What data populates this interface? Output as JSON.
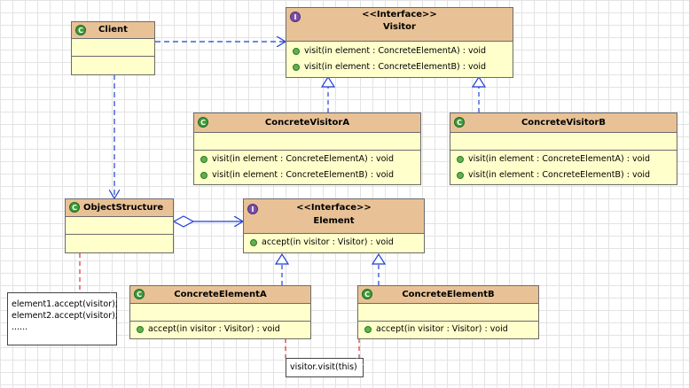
{
  "classes": {
    "client": {
      "name": "Client"
    },
    "visitor": {
      "stereotype": "<<Interface>>",
      "name": "Visitor",
      "ops": [
        "visit(in element : ConcreteElementA) : void",
        "visit(in element : ConcreteElementB) : void"
      ]
    },
    "visitor_a": {
      "name": "ConcreteVisitorA",
      "ops": [
        "visit(in element : ConcreteElementA) : void",
        "visit(in element : ConcreteElementB) : void"
      ]
    },
    "visitor_b": {
      "name": "ConcreteVisitorB",
      "ops": [
        "visit(in element : ConcreteElementA) : void",
        "visit(in element : ConcreteElementB) : void"
      ]
    },
    "object_structure": {
      "name": "ObjectStructure"
    },
    "element": {
      "stereotype": "<<Interface>>",
      "name": "Element",
      "ops": [
        "accept(in visitor : Visitor) : void"
      ]
    },
    "element_a": {
      "name": "ConcreteElementA",
      "ops": [
        "accept(in visitor : Visitor) : void"
      ]
    },
    "element_b": {
      "name": "ConcreteElementB",
      "ops": [
        "accept(in visitor : Visitor) : void"
      ]
    }
  },
  "notes": {
    "object_structure_note": [
      "element1.accept(visitor);",
      "element2.accept(visitor);",
      "......"
    ],
    "element_note": "visitor.visit(this)"
  },
  "icons": {
    "class_icon": "C",
    "interface_icon": "I"
  },
  "colors": {
    "class_fill": "#ffffcc",
    "header_fill": "#e8c296",
    "dependency": "#1f3fd6",
    "note_link": "#e03030"
  }
}
